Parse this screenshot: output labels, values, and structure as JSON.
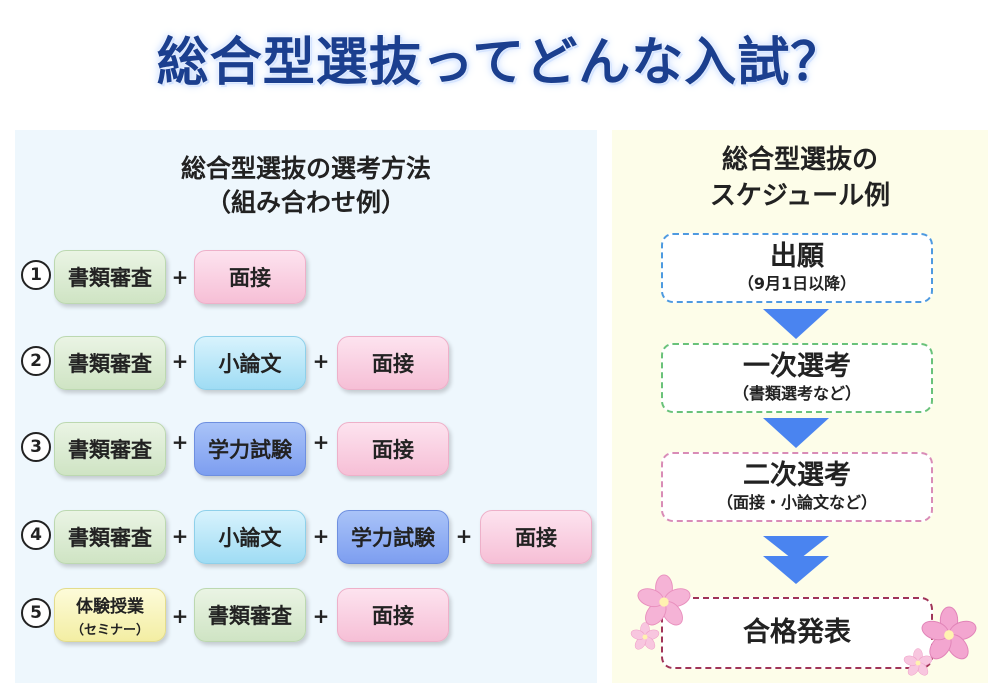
{
  "title": "総合型選抜ってどんな入試？",
  "methods": {
    "title_line1": "総合型選抜の選考方法",
    "title_line2": "（組み合わせ例）",
    "rows": [
      {
        "num": "1",
        "items": [
          {
            "label": "書類審査",
            "sub": ""
          },
          {
            "label": "面接",
            "sub": ""
          }
        ]
      },
      {
        "num": "2",
        "items": [
          {
            "label": "書類審査",
            "sub": ""
          },
          {
            "label": "小論文",
            "sub": ""
          },
          {
            "label": "面接",
            "sub": ""
          }
        ]
      },
      {
        "num": "3",
        "items": [
          {
            "label": "書類審査",
            "sub": ""
          },
          {
            "label": "学力試験",
            "sub": ""
          },
          {
            "label": "面接",
            "sub": ""
          }
        ]
      },
      {
        "num": "4",
        "items": [
          {
            "label": "書類審査",
            "sub": ""
          },
          {
            "label": "小論文",
            "sub": ""
          },
          {
            "label": "学力試験",
            "sub": ""
          },
          {
            "label": "面接",
            "sub": ""
          }
        ]
      },
      {
        "num": "5",
        "items": [
          {
            "label": "体験授業",
            "sub": "（セミナー）"
          },
          {
            "label": "書類審査",
            "sub": ""
          },
          {
            "label": "面接",
            "sub": ""
          }
        ]
      }
    ],
    "plus": "+"
  },
  "schedule": {
    "title_line1": "総合型選抜の",
    "title_line2": "スケジュール例",
    "steps": [
      {
        "label": "出願",
        "sub": "（9月1日以降）"
      },
      {
        "label": "一次選考",
        "sub": "（書類選考など）"
      },
      {
        "label": "二次選考",
        "sub": "（面接・小論文など）"
      },
      {
        "label": "合格発表",
        "sub": ""
      }
    ]
  },
  "colors": {
    "title": "#1b3f8f",
    "arrow": "#4a84f0",
    "sakura": "#f3a6d0"
  },
  "icons": [
    "circled-number-icon",
    "arrow-down-icon",
    "sakura-flower-icon"
  ]
}
